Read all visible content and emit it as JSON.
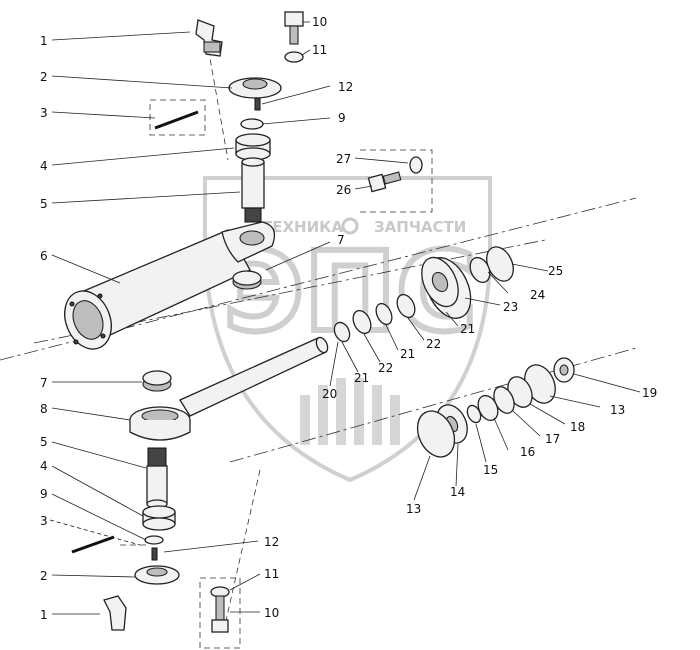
{
  "watermark": {
    "brand_left": "ТЕХНИКА",
    "brand_right": "ЗАПЧАСТИ",
    "logo_letters": "ЭПС"
  },
  "callouts": [
    {
      "id": "c1a",
      "text": "1"
    },
    {
      "id": "c2a",
      "text": "2"
    },
    {
      "id": "c3a",
      "text": "3"
    },
    {
      "id": "c4a",
      "text": "4"
    },
    {
      "id": "c5a",
      "text": "5"
    },
    {
      "id": "c6",
      "text": "6"
    },
    {
      "id": "c10a",
      "text": "10"
    },
    {
      "id": "c11a",
      "text": "11"
    },
    {
      "id": "c12a",
      "text": "12"
    },
    {
      "id": "c9a",
      "text": "9"
    },
    {
      "id": "c27",
      "text": "27"
    },
    {
      "id": "c26",
      "text": "26"
    },
    {
      "id": "c7a",
      "text": "7"
    },
    {
      "id": "c25",
      "text": "25"
    },
    {
      "id": "c24",
      "text": "24"
    },
    {
      "id": "c23",
      "text": "23"
    },
    {
      "id": "c21a",
      "text": "21"
    },
    {
      "id": "c22a",
      "text": "22"
    },
    {
      "id": "c21b",
      "text": "21"
    },
    {
      "id": "c22b",
      "text": "22"
    },
    {
      "id": "c21c",
      "text": "21"
    },
    {
      "id": "c20",
      "text": "20"
    },
    {
      "id": "c7b",
      "text": "7"
    },
    {
      "id": "c8",
      "text": "8"
    },
    {
      "id": "c19",
      "text": "19"
    },
    {
      "id": "c13a",
      "text": "13"
    },
    {
      "id": "c18",
      "text": "18"
    },
    {
      "id": "c17",
      "text": "17"
    },
    {
      "id": "c16",
      "text": "16"
    },
    {
      "id": "c15",
      "text": "15"
    },
    {
      "id": "c14",
      "text": "14"
    },
    {
      "id": "c13b",
      "text": "13"
    },
    {
      "id": "c5b",
      "text": "5"
    },
    {
      "id": "c4b",
      "text": "4"
    },
    {
      "id": "c9b",
      "text": "9"
    },
    {
      "id": "c3b",
      "text": "3"
    },
    {
      "id": "c12b",
      "text": "12"
    },
    {
      "id": "c2b",
      "text": "2"
    },
    {
      "id": "c11b",
      "text": "11"
    },
    {
      "id": "c1b",
      "text": "1"
    },
    {
      "id": "c10b",
      "text": "10"
    }
  ]
}
